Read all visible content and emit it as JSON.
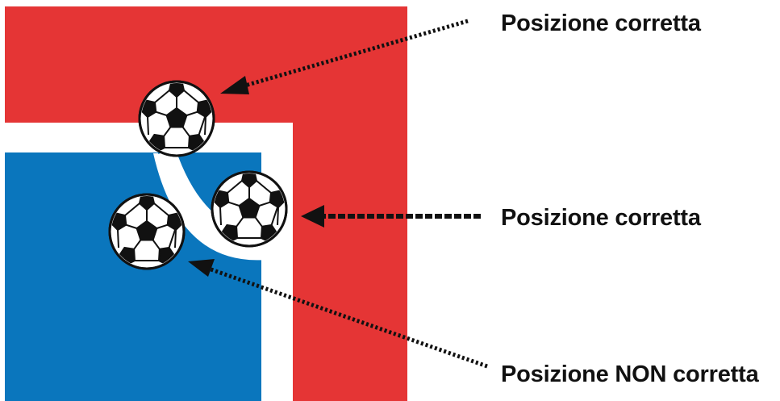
{
  "labels": {
    "top": "Posizione corretta",
    "middle": "Posizione corretta",
    "bottom": "Posizione NON corretta"
  },
  "colors": {
    "red_area": "#e53535",
    "blue_area": "#0a76bd",
    "line": "#ffffff",
    "ball_black": "#111111",
    "ball_white": "#ffffff",
    "arrow": "#111111"
  },
  "icons": {
    "ball": "soccer-ball-icon"
  }
}
